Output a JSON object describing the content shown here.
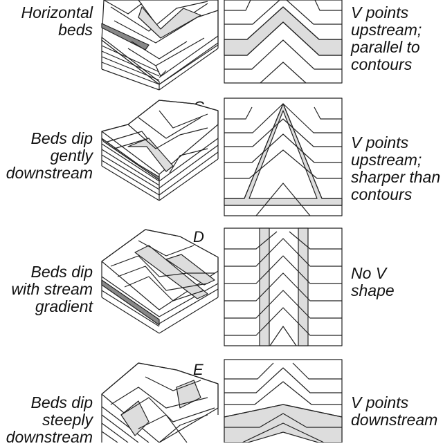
{
  "panels": [
    {
      "letter": "",
      "left_label": [
        "Horizontal",
        "beds"
      ],
      "right_label": [
        "V points",
        "upstream;",
        "parallel to",
        "contours"
      ]
    },
    {
      "letter": "C",
      "left_label": [
        "Beds dip",
        "gently",
        "downstream"
      ],
      "right_label": [
        "V points",
        "upstream;",
        "sharper than",
        "contours"
      ]
    },
    {
      "letter": "D",
      "left_label": [
        "Beds dip",
        "with stream",
        "gradient"
      ],
      "right_label": [
        "No V",
        "shape"
      ]
    },
    {
      "letter": "E",
      "left_label": [
        "Beds dip",
        "steeply",
        "downstream"
      ],
      "right_label": [
        "V points",
        "downstream"
      ]
    }
  ],
  "colors": {
    "line": "#222222",
    "fill": "#dddddd",
    "dark": "#777777"
  }
}
